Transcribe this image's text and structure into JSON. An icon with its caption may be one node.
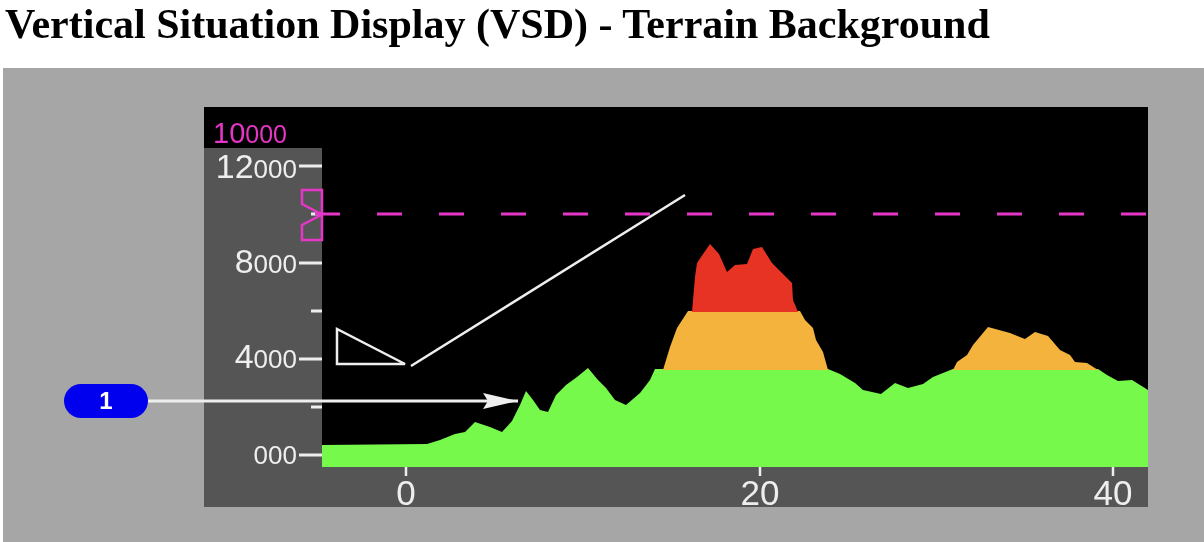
{
  "diagram": {
    "title": "Vertical Situation Display (VSD) - Terrain Background",
    "nodes": [
      {
        "text": [
          "1"
        ]
      },
      {
        "text": [],
        "shape": "picture"
      }
    ],
    "edges": [
      {
        "from": 0,
        "to": 1,
        "arrow": "to"
      }
    ],
    "labels": [
      "10000",
      "12000",
      "8000",
      "4000",
      "000",
      "0",
      "20",
      "40"
    ]
  }
}
